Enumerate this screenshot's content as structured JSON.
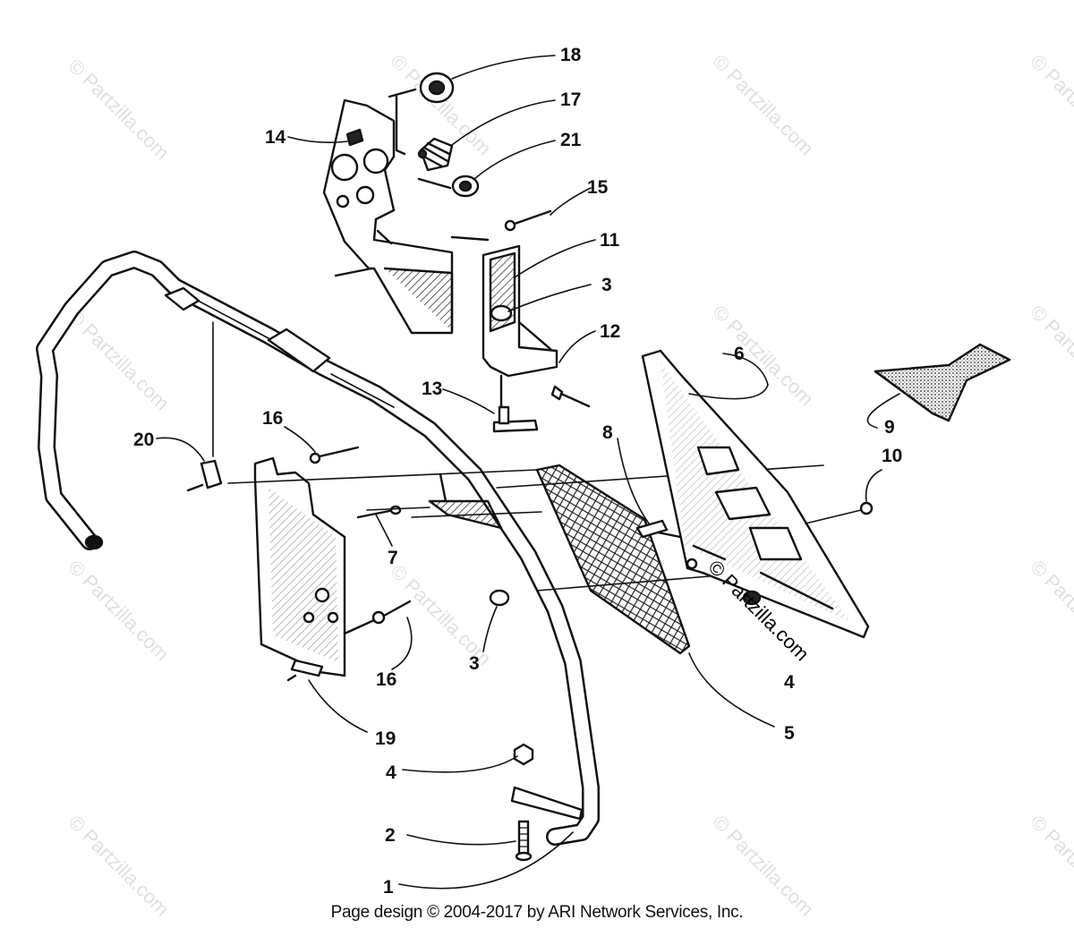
{
  "callouts": {
    "c18": "18",
    "c17": "17",
    "c21": "21",
    "c15": "15",
    "c14": "14",
    "c11": "11",
    "c3a": "3",
    "c12": "12",
    "c13": "13",
    "c6": "6",
    "c9": "9",
    "c8": "8",
    "c10": "10",
    "c16a": "16",
    "c20": "20",
    "c7": "7",
    "c3b": "3",
    "c16b": "16",
    "c19": "19",
    "c4a": "4",
    "c5": "5",
    "c4b": "4",
    "c2": "2",
    "c1": "1"
  },
  "watermark": "© Partzilla.com",
  "footer": "Page design © 2004-2017 by ARI Network Services, Inc."
}
